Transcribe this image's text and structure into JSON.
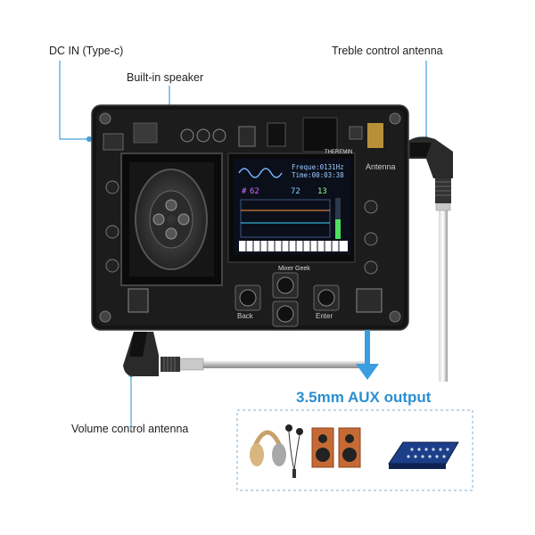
{
  "callouts": {
    "dc_in": "DC IN (Type-c)",
    "speaker": "Built-in speaker",
    "treble": "Treble control antenna",
    "volume": "Volume control antenna",
    "aux": "3.5mm AUX output"
  },
  "board": {
    "brand": "THEREMIN",
    "maker": "Mixer Geek",
    "antenna_label": "Antenna",
    "back_label": "Back",
    "enter_label": "Enter",
    "screen": {
      "freq_label": "Freque:0131Hz",
      "time_label": "Time:00:03:38",
      "val1": "62",
      "val2": "72",
      "val3": "13",
      "pitch": "#"
    }
  },
  "accessories": [
    "headphones-icon",
    "earphones-icon",
    "speakers-icon",
    "mixer-icon"
  ],
  "colors": {
    "aux_blue": "#2a8fd0",
    "callout_line": "#4a9fd8",
    "board": "#141414"
  }
}
